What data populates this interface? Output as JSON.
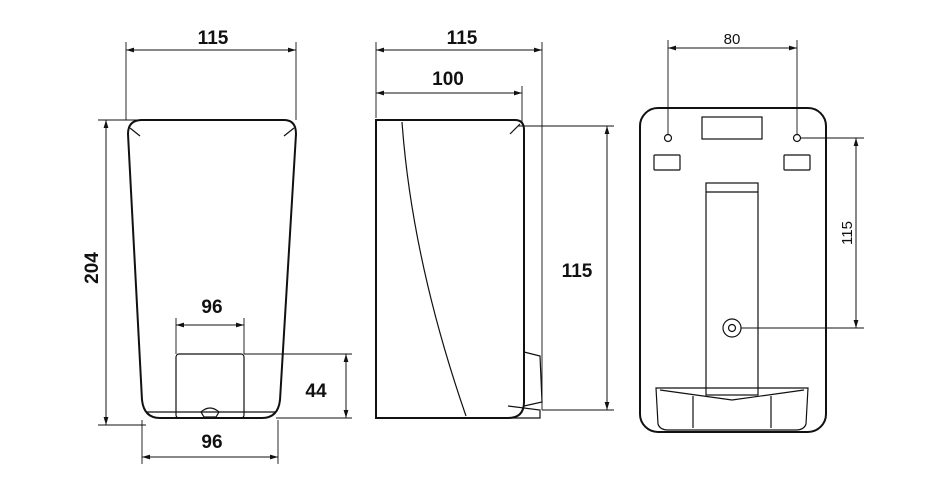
{
  "front_view": {
    "width_top": "115",
    "height": "204",
    "button_width": "96",
    "button_height": "44",
    "base_width": "96"
  },
  "side_view": {
    "depth_total": "115",
    "depth_body": "100",
    "height": "115"
  },
  "back_view": {
    "hole_spacing": "80",
    "vertical_spacing": "115"
  }
}
